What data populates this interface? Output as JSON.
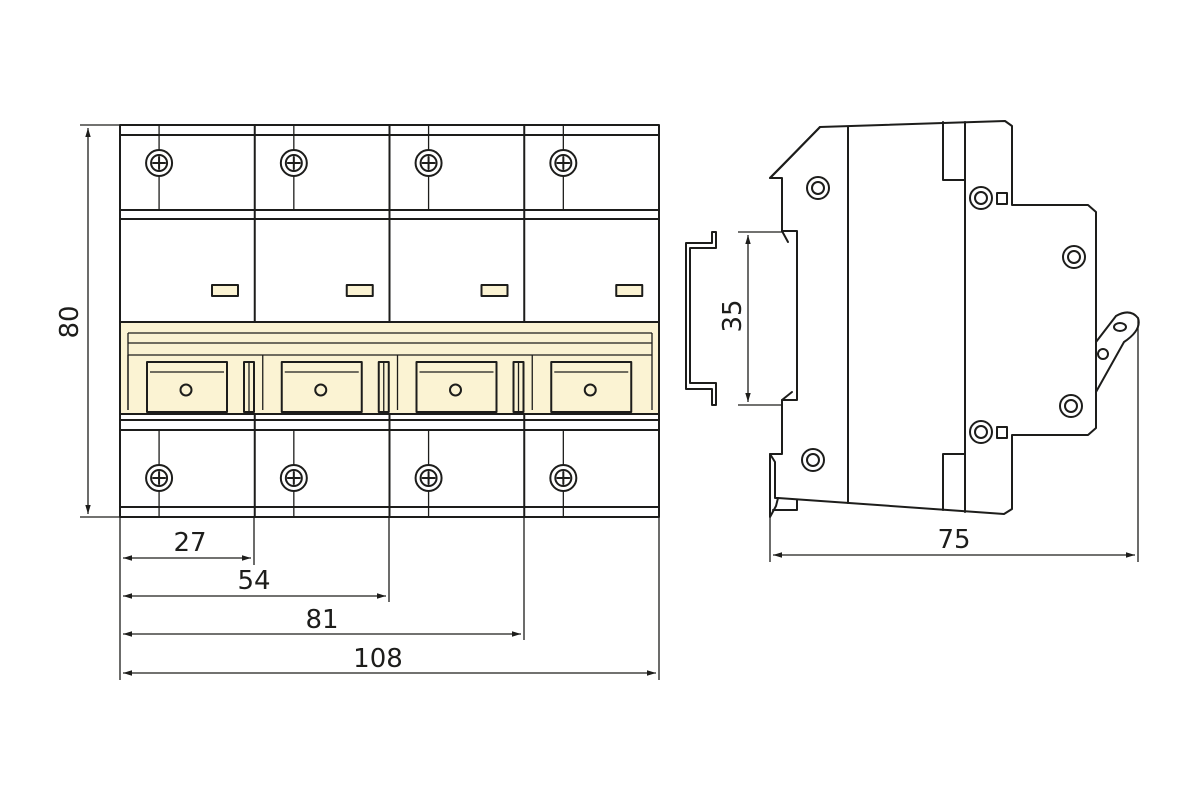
{
  "dimensions": {
    "height": "80",
    "rail": "35",
    "depth": "75",
    "pole1": "27",
    "pole2": "54",
    "pole3": "81",
    "pole4": "108"
  },
  "colors": {
    "line": "#1d1d1b",
    "handle_bar": "#fbf3d3",
    "background": "#ffffff"
  },
  "poles": 4
}
